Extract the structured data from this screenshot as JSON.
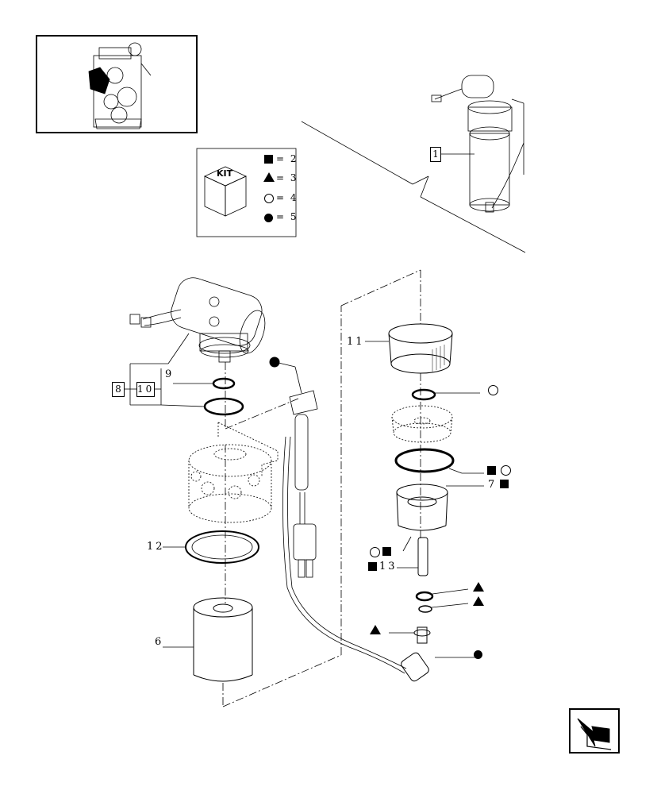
{
  "kit": {
    "title": "KIT",
    "legend": [
      {
        "symbol": "filled-square",
        "value": "= 2"
      },
      {
        "symbol": "filled-triangle",
        "value": "= 3"
      },
      {
        "symbol": "open-circle",
        "value": "= 4"
      },
      {
        "symbol": "filled-circle",
        "value": "= 5"
      }
    ]
  },
  "callouts": {
    "assembly": "1",
    "c6": "6",
    "c7": "7",
    "c8": "8",
    "c9": "9",
    "c10": "10",
    "c11": "11",
    "c12": "12",
    "c13": "13"
  },
  "icons": {
    "nav": "next-page-arrow-icon",
    "thumbnail": "engine-thumbnail-icon"
  }
}
